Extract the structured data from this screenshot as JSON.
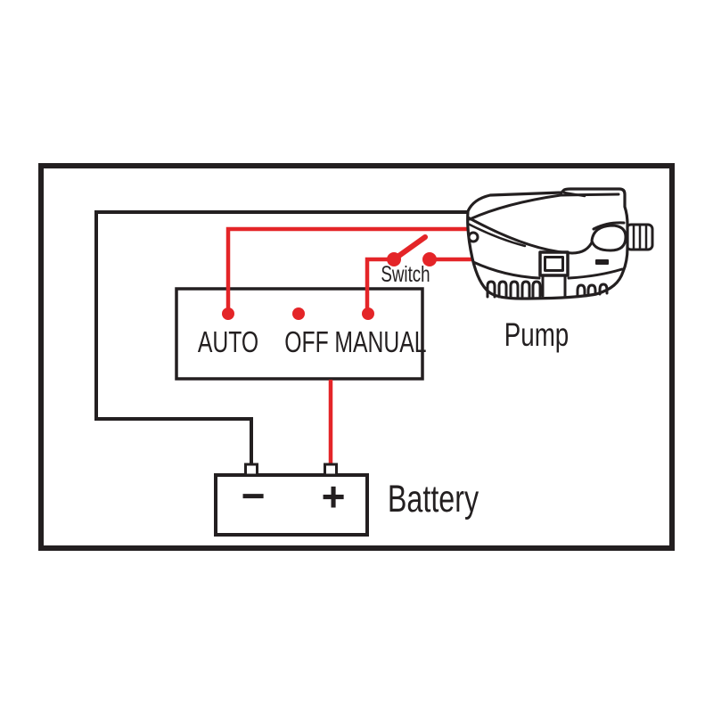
{
  "diagram": {
    "type": "bilge-pump-wiring-diagram",
    "labels": {
      "auto": "AUTO",
      "off": "OFF",
      "manual": "MANUAL",
      "switch": "Switch",
      "pump": "Pump",
      "battery": "Battery",
      "battery_negative": "−",
      "battery_positive": "+"
    },
    "colors": {
      "wire_red": "#E42528",
      "line_black": "#231F20",
      "background": "#FFFFFF"
    },
    "components": [
      "outer-border",
      "three-way-switch-panel",
      "float-switch",
      "pump",
      "battery"
    ]
  }
}
